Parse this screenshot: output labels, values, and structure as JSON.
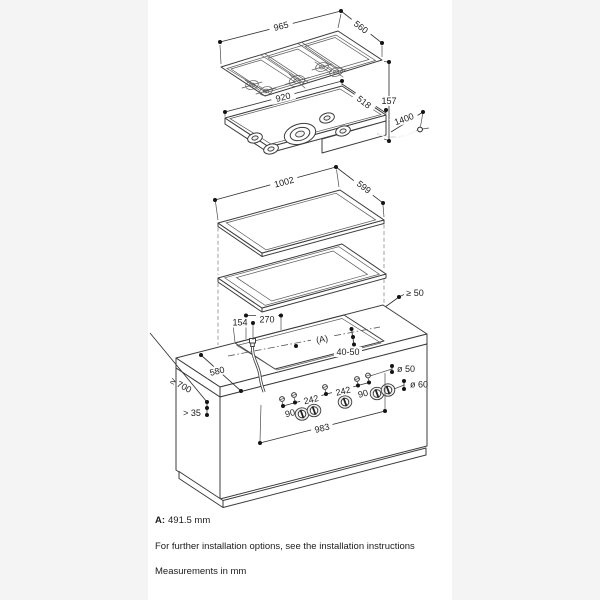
{
  "diagram": {
    "grate": {
      "width": "965",
      "depth": "560"
    },
    "hob": {
      "width": "920",
      "depth": "518",
      "height": "157",
      "cable_length": "1400"
    },
    "frame": {
      "width": "1002",
      "depth": "599"
    },
    "tray": {
      "rear_clearance": "≥ 50"
    },
    "worktop": {
      "gas_offset": "154",
      "cutout_offset": "270",
      "dim_a": "(A)",
      "thickness": "40-50",
      "left_section": "580",
      "min_depth": "≥ 700",
      "front_min": "> 35",
      "screw_span": "983"
    },
    "controls": {
      "spacing_90_left": "90",
      "spacing_242_left": "242",
      "spacing_242_right": "242",
      "spacing_90_right": "90",
      "hole_dia": "ø 50",
      "knob_dia": "ø 60"
    }
  },
  "notes": {
    "a_key": "A:",
    "a_value": "491.5 mm",
    "options": "For further installation options, see the installation instructions",
    "units": "Measurements in mm"
  }
}
